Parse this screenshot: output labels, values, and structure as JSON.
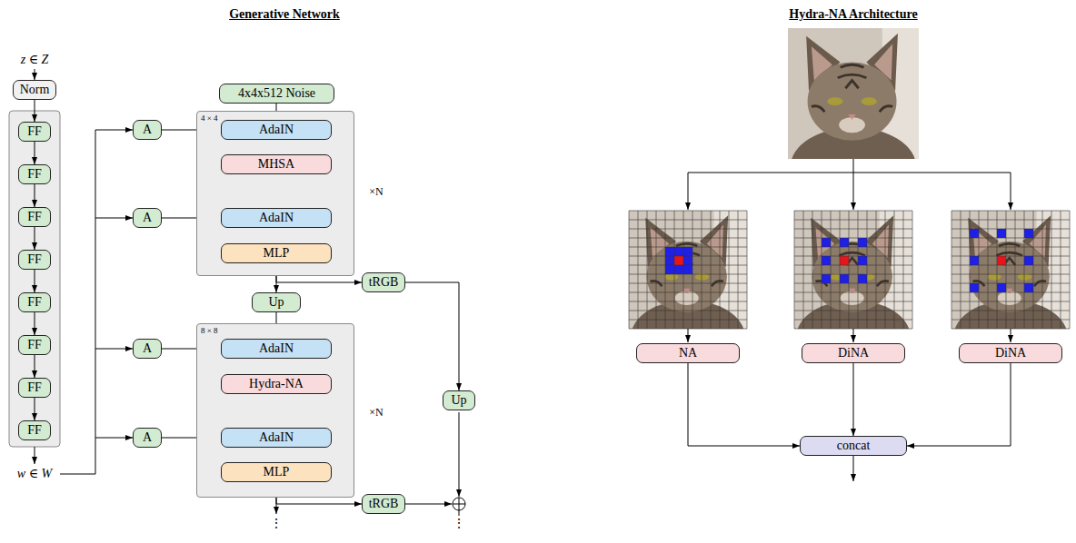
{
  "diagram": {
    "nodes": [
      {
        "text": [
          "Norm"
        ]
      },
      {
        "text": [
          "FF"
        ]
      },
      {
        "text": [
          "FF"
        ]
      },
      {
        "text": [
          "FF"
        ]
      },
      {
        "text": [
          "FF"
        ]
      },
      {
        "text": [
          "FF"
        ]
      },
      {
        "text": [
          "FF"
        ]
      },
      {
        "text": [
          "FF"
        ]
      },
      {
        "text": [
          "FF"
        ]
      },
      {
        "text": [
          "4x4x512 Noise"
        ]
      },
      {
        "text": [
          "4 × 4"
        ]
      },
      {
        "text": [
          "AdaIN"
        ],
        "in": 10
      },
      {
        "text": [
          "MHSA"
        ],
        "in": 10
      },
      {
        "text": [
          "AdaIN"
        ],
        "in": 10
      },
      {
        "text": [
          "MLP"
        ],
        "in": 10
      },
      {
        "text": [
          "A"
        ]
      },
      {
        "text": [
          "A"
        ]
      },
      {
        "text": [
          "Up"
        ]
      },
      {
        "text": [
          "tRGB"
        ]
      },
      {
        "text": [
          "8 × 8"
        ]
      },
      {
        "text": [
          "AdaIN"
        ],
        "in": 19
      },
      {
        "text": [
          "Hydra-NA"
        ],
        "in": 19
      },
      {
        "text": [
          "AdaIN"
        ],
        "in": 19
      },
      {
        "text": [
          "MLP"
        ],
        "in": 19
      },
      {
        "text": [
          "A"
        ]
      },
      {
        "text": [
          "A"
        ]
      },
      {
        "text": [
          "Up"
        ]
      },
      {
        "text": [
          "tRGB"
        ]
      },
      {
        "text": [
          "NA"
        ]
      },
      {
        "text": [
          "DiNA"
        ]
      },
      {
        "text": [
          "DiNA"
        ]
      },
      {
        "text": [
          "concat"
        ]
      }
    ],
    "edges": [
      {
        "from": 0,
        "to": 1,
        "arrow": "to"
      },
      {
        "from": 1,
        "to": 2,
        "arrow": "to"
      },
      {
        "from": 2,
        "to": 3,
        "arrow": "to"
      },
      {
        "from": 3,
        "to": 4,
        "arrow": "to"
      },
      {
        "from": 4,
        "to": 5,
        "arrow": "to"
      },
      {
        "from": 5,
        "to": 6,
        "arrow": "to"
      },
      {
        "from": 6,
        "to": 7,
        "arrow": "to"
      },
      {
        "from": 7,
        "to": 8,
        "arrow": "to"
      },
      {
        "from": 9,
        "to": 11,
        "arrow": "to"
      },
      {
        "from": 15,
        "to": 11,
        "arrow": "to"
      },
      {
        "from": 16,
        "to": 13,
        "arrow": "to"
      },
      {
        "from": 11,
        "to": 12,
        "arrow": "to"
      },
      {
        "from": 12,
        "to": 13,
        "arrow": "to"
      },
      {
        "from": 13,
        "to": 14,
        "arrow": "to"
      },
      {
        "from": 14,
        "to": 17,
        "arrow": "to"
      },
      {
        "from": 14,
        "to": 18,
        "arrow": "to"
      },
      {
        "from": 17,
        "to": 20,
        "arrow": "to"
      },
      {
        "from": 18,
        "to": 26,
        "arrow": "to"
      },
      {
        "from": 24,
        "to": 20,
        "arrow": "to"
      },
      {
        "from": 25,
        "to": 22,
        "arrow": "to"
      },
      {
        "from": 20,
        "to": 21,
        "arrow": "to"
      },
      {
        "from": 21,
        "to": 22,
        "arrow": "to"
      },
      {
        "from": 22,
        "to": 23,
        "arrow": "to"
      },
      {
        "from": 23,
        "to": 27,
        "arrow": "to"
      },
      {
        "from": 28,
        "to": 31,
        "arrow": "to"
      },
      {
        "from": 29,
        "to": 31,
        "arrow": "to"
      },
      {
        "from": 30,
        "to": 31,
        "arrow": "to"
      }
    ],
    "labels": [
      "Generative Network",
      "Hydra-NA Architecture",
      "z ∈ Z",
      "w ∈ W",
      "×N",
      "×N",
      "⋮",
      "⋮"
    ]
  }
}
